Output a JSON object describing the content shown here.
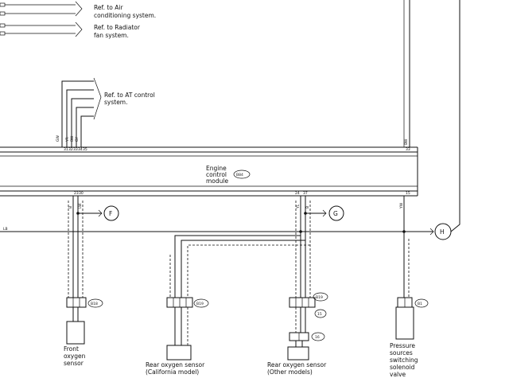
{
  "refs": {
    "air_conditioning": [
      "Ref. to Air",
      "conditioning system."
    ],
    "radiator_fan": [
      "Ref. to Radiator",
      "fan system."
    ],
    "at_control": [
      "Ref. to AT control",
      "system."
    ]
  },
  "ecm": {
    "label": [
      "Engine",
      "control",
      "module"
    ],
    "code": "B84"
  },
  "connectors": {
    "b18": "B18",
    "b19_left": "B19",
    "b19_right": "B19",
    "c15": "15",
    "c16": "16",
    "b1": "B1"
  },
  "junctions": {
    "F": "F",
    "G": "G",
    "H": "H"
  },
  "components": {
    "front_o2": [
      "Front",
      "oxygen",
      "sensor"
    ],
    "rear_o2_ca": [
      "Rear oxygen sensor",
      "(California model)"
    ],
    "rear_o2_other": [
      "Rear oxygen sensor",
      "(Other models)"
    ],
    "pressure_valve": [
      "Pressure",
      "sources",
      "switching",
      "solenoid",
      "valve"
    ]
  },
  "pins_top": [
    "31",
    "32",
    "33",
    "34",
    "35",
    "33"
  ],
  "pins_bottom": [
    "23",
    "30",
    "24",
    "37",
    "15"
  ],
  "wire_codes": {
    "at_1": "GW",
    "at_2": "YR",
    "at_3": "BW",
    "at_4": "GY",
    "top_right": "BW",
    "f_1": "B",
    "f_2": "LW",
    "g_1": "YL",
    "g_2": "B",
    "h_valve": "YW",
    "left_h": "LB"
  }
}
